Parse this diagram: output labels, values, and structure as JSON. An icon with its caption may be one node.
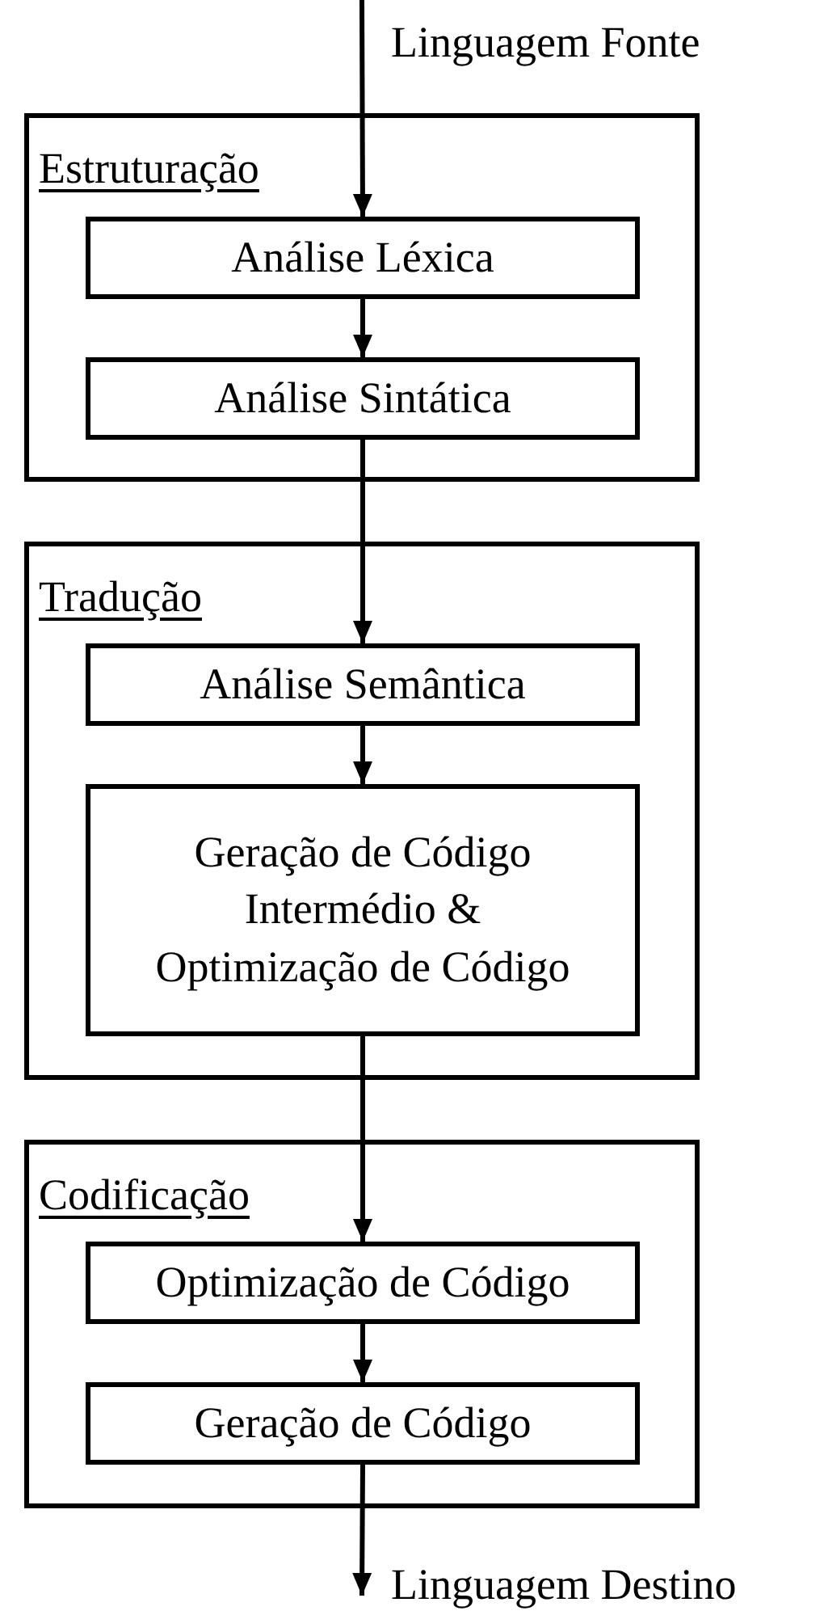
{
  "diagram": {
    "nodes": [
      {
        "text": [
          "Linguagem Fonte"
        ]
      },
      {
        "text": [
          "Estruturação"
        ]
      },
      {
        "text": [
          "Análise Léxica"
        ],
        "in": 1
      },
      {
        "text": [
          "Análise Sintática"
        ],
        "in": 1
      },
      {
        "text": [
          "Tradução"
        ]
      },
      {
        "text": [
          "Análise Semântica"
        ],
        "in": 4
      },
      {
        "text": [
          "Geração de Código Intermédio & Optimização de Código"
        ],
        "in": 4
      },
      {
        "text": [
          "Codificação"
        ]
      },
      {
        "text": [
          "Optimização de Código"
        ],
        "in": 7
      },
      {
        "text": [
          "Geração de Código"
        ],
        "in": 7
      },
      {
        "text": [
          "Linguagem Destino"
        ]
      }
    ],
    "edges": [
      {
        "from": 0,
        "to": 2,
        "arrow": "to"
      },
      {
        "from": 2,
        "to": 3,
        "arrow": "to"
      },
      {
        "from": 3,
        "to": 5,
        "arrow": "to"
      },
      {
        "from": 5,
        "to": 6,
        "arrow": "to"
      },
      {
        "from": 6,
        "to": 8,
        "arrow": "to"
      },
      {
        "from": 8,
        "to": 9,
        "arrow": "to"
      },
      {
        "from": 9,
        "to": 10,
        "arrow": "to"
      }
    ]
  }
}
